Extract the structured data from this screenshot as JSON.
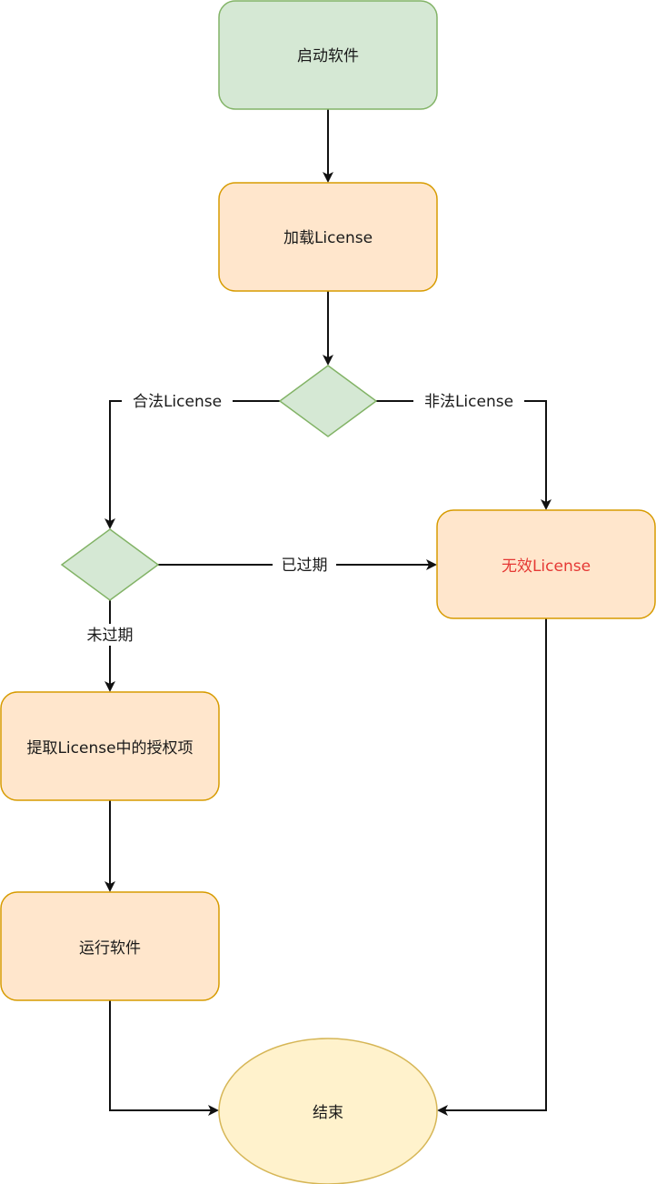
{
  "diagram": {
    "type": "flowchart",
    "colors": {
      "start_fill": "#d5e8d4",
      "start_stroke": "#82b366",
      "process_fill": "#ffe6cc",
      "process_stroke": "#d79b00",
      "decision_fill": "#d5e8d4",
      "decision_stroke": "#82b366",
      "end_fill": "#fff2cc",
      "end_stroke": "#d6b656",
      "error_text": "#e53935",
      "text": "#1a1a1a",
      "edge": "#111111"
    },
    "nodes": {
      "start": {
        "label": "启动软件",
        "shape": "rounded-rect"
      },
      "load_license": {
        "label": "加载License",
        "shape": "rounded-rect"
      },
      "decision_valid": {
        "label": "",
        "shape": "diamond"
      },
      "decision_expired": {
        "label": "",
        "shape": "diamond"
      },
      "invalid_license": {
        "label": "无效License",
        "shape": "rounded-rect"
      },
      "extract_auth": {
        "label": "提取License中的授权项",
        "shape": "rounded-rect"
      },
      "run_software": {
        "label": "运行软件",
        "shape": "rounded-rect"
      },
      "end": {
        "label": "结束",
        "shape": "ellipse"
      }
    },
    "edges": [
      {
        "from": "start",
        "to": "load_license",
        "label": ""
      },
      {
        "from": "load_license",
        "to": "decision_valid",
        "label": ""
      },
      {
        "from": "decision_valid",
        "to": "decision_expired",
        "label": "合法License"
      },
      {
        "from": "decision_valid",
        "to": "invalid_license",
        "label": "非法License"
      },
      {
        "from": "decision_expired",
        "to": "invalid_license",
        "label": "已过期"
      },
      {
        "from": "decision_expired",
        "to": "extract_auth",
        "label": "未过期"
      },
      {
        "from": "extract_auth",
        "to": "run_software",
        "label": ""
      },
      {
        "from": "run_software",
        "to": "end",
        "label": ""
      },
      {
        "from": "invalid_license",
        "to": "end",
        "label": ""
      }
    ]
  }
}
